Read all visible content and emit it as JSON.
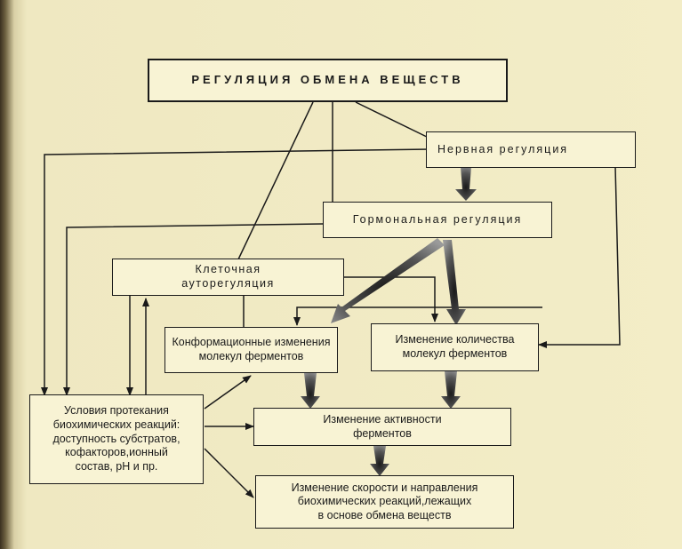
{
  "diagram": {
    "title": "РЕГУЛЯЦИЯ ОБМЕНА ВЕЩЕСТВ",
    "nodes": {
      "nervous": "Нервная   регуляция",
      "hormonal": "Гормональная   регуляция",
      "cellular": "Клеточная\nауторегуляция",
      "conformational": "Конформационные изменения\nмолекул ферментов",
      "quantity": "Изменение количества\nмолекул ферментов",
      "conditions": "Условия протекания\nбиохимических реакций:\nдоступность субстратов,\nкофакторов,ионный\nсостав, pH и пр.",
      "activity": "Изменение активности\nферментов",
      "rate": "Изменение скорости и направления\nбиохимических реакций,лежащих\nв основе обмена веществ"
    }
  },
  "colors": {
    "background": "#f2ecc4",
    "box_fill": "#f8f3d4",
    "line": "#1a1a1a"
  }
}
